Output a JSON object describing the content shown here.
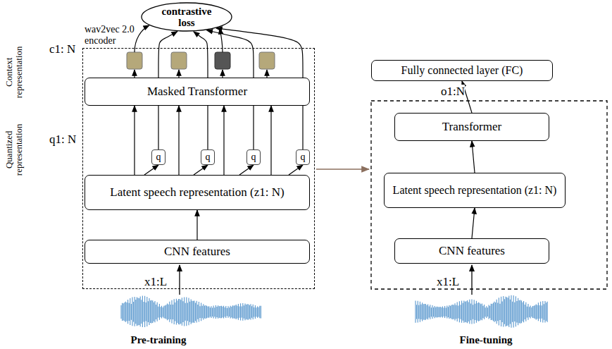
{
  "diagram": {
    "nodes": [
      {
        "text": [
          "contrastive loss"
        ]
      },
      {
        "text": [
          "wav2vec 2.0 encoder"
        ]
      },
      {
        "text": [
          "Masked  Transformer"
        ],
        "in": 1
      },
      {
        "text": [
          "q"
        ],
        "in": 1
      },
      {
        "text": [
          "q"
        ],
        "in": 1
      },
      {
        "text": [
          "q"
        ],
        "in": 1
      },
      {
        "text": [
          "q"
        ],
        "in": 1
      },
      {
        "text": [
          "Latent speech representation (z1: N)"
        ],
        "in": 1
      },
      {
        "text": [
          "CNN features"
        ],
        "in": 1
      },
      {
        "text": [
          "Fully connected layer (FC)"
        ]
      },
      {
        "text": [
          "Transformer"
        ]
      },
      {
        "text": [
          "Latent speech representation (z1: N)"
        ]
      },
      {
        "text": [
          "CNN features"
        ]
      }
    ],
    "edges": [
      {
        "from": 3,
        "to": 0,
        "arrow": "to"
      },
      {
        "from": 4,
        "to": 0,
        "arrow": "to"
      },
      {
        "from": 5,
        "to": 0,
        "arrow": "to"
      },
      {
        "from": 6,
        "to": 0,
        "arrow": "to"
      },
      {
        "from": 8,
        "to": 7,
        "arrow": "to"
      },
      {
        "from": 7,
        "to": 2,
        "arrow": "to"
      },
      {
        "from": 7,
        "to": 2,
        "arrow": "to"
      },
      {
        "from": 7,
        "to": 2,
        "arrow": "to"
      },
      {
        "from": 7,
        "to": 2,
        "arrow": "to"
      },
      {
        "from": 7,
        "to": 3,
        "arrow": "to"
      },
      {
        "from": 7,
        "to": 4,
        "arrow": "to"
      },
      {
        "from": 7,
        "to": 5,
        "arrow": "to"
      },
      {
        "from": 7,
        "to": 6,
        "arrow": "to"
      },
      {
        "from": 12,
        "to": 11,
        "arrow": "to"
      },
      {
        "from": 11,
        "to": 10,
        "arrow": "to"
      },
      {
        "from": 10,
        "to": 9,
        "label": "o1:N",
        "arrow": "to"
      }
    ],
    "labels": [
      "c1: N",
      "q1: N",
      "Context representation",
      "Quantized representation",
      "x1:L",
      "x1:L",
      "Pre-training",
      "Fine-tuning"
    ]
  }
}
